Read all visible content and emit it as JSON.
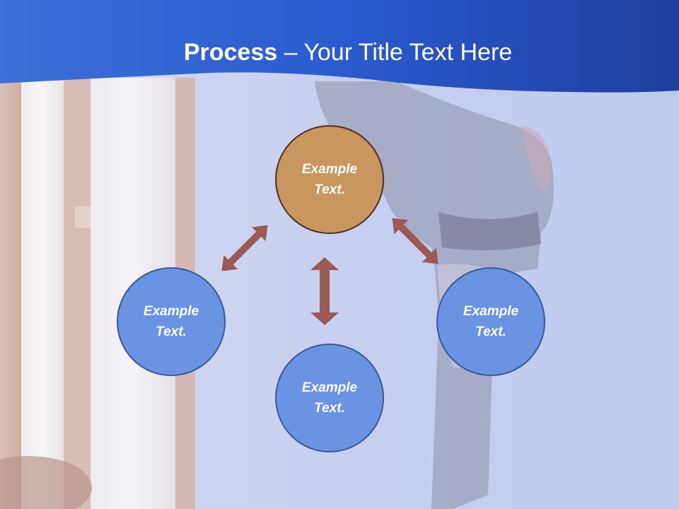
{
  "title": {
    "bold": "Process",
    "rest": " – Your Title Text Here"
  },
  "diagram": {
    "center_node": {
      "text": "Example Text.",
      "color": "#c8965e",
      "border": "#4d3220"
    },
    "left_node": {
      "text": "Example Text.",
      "color": "#6a93e3",
      "border": "#3b5a94"
    },
    "bottom_node": {
      "text": "Example Text.",
      "color": "#6a93e3",
      "border": "#3b5a94"
    },
    "right_node": {
      "text": "Example Text.",
      "color": "#6a93e3",
      "border": "#3b5a94"
    },
    "arrow_color": "#9b5a56"
  },
  "colors": {
    "header_band": "#2a5bd0",
    "background": "#c8d0ef"
  }
}
